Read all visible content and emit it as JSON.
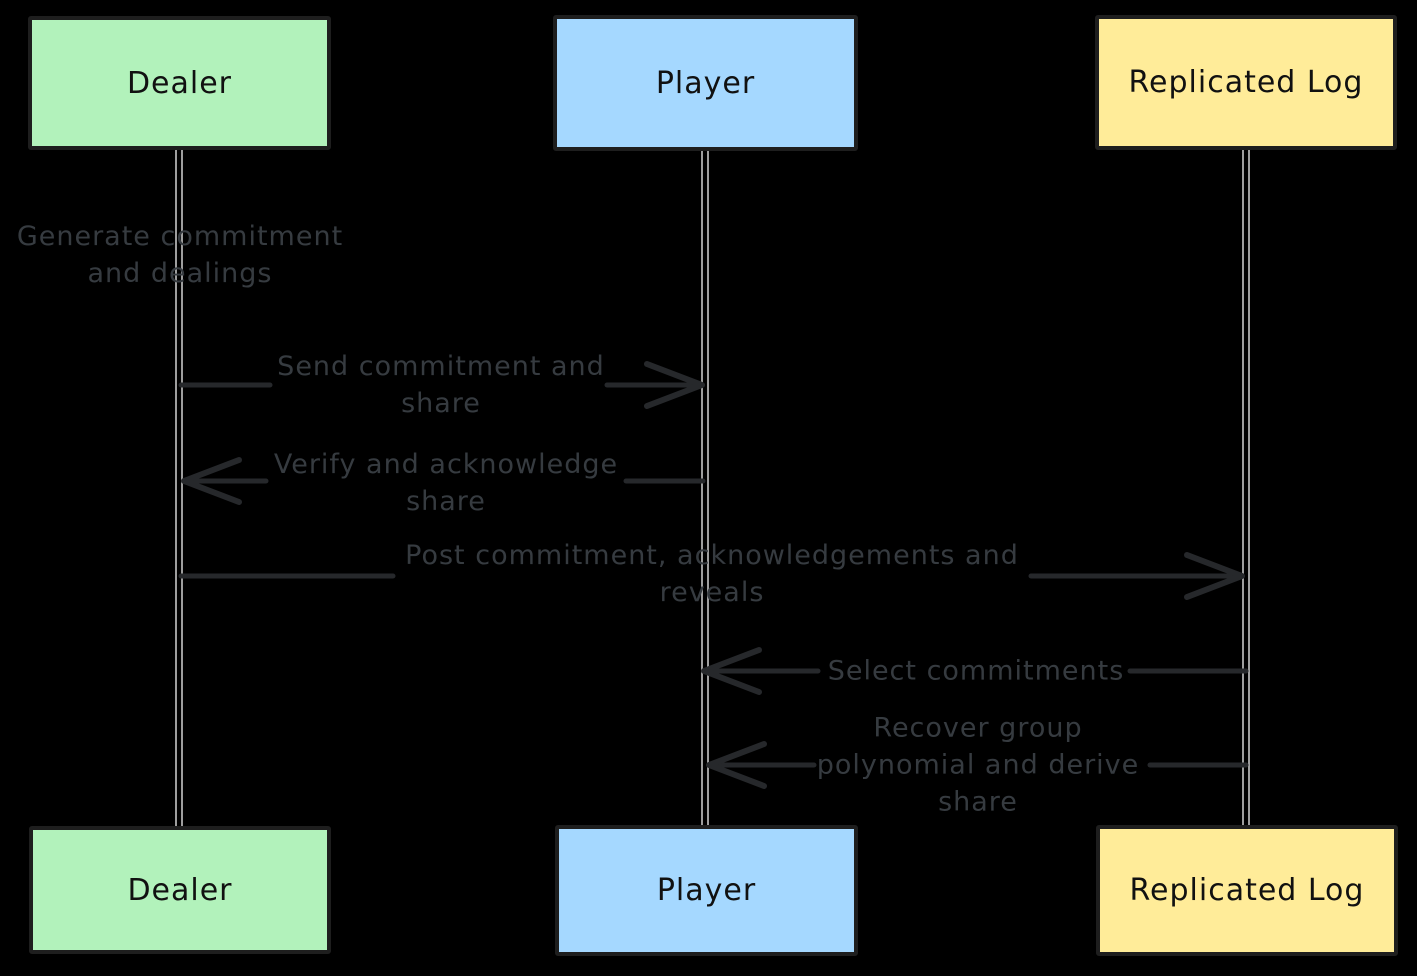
{
  "diagram": {
    "type": "sequence-diagram",
    "actors": [
      {
        "id": "dealer",
        "label": "Dealer",
        "fill": "#b2f2bb"
      },
      {
        "id": "player",
        "label": "Player",
        "fill": "#a5d8ff"
      },
      {
        "id": "replicated-log",
        "label": "Replicated Log",
        "fill": "#ffec99"
      }
    ],
    "messages": [
      {
        "kind": "note",
        "from": "dealer",
        "to": "dealer",
        "text": "Generate commitment\nand dealings"
      },
      {
        "kind": "arrow",
        "from": "dealer",
        "to": "player",
        "text": "Send commitment and\nshare"
      },
      {
        "kind": "arrow",
        "from": "player",
        "to": "dealer",
        "text": "Verify and acknowledge\nshare"
      },
      {
        "kind": "arrow",
        "from": "dealer",
        "to": "replicated-log",
        "text": "Post commitment, acknowledgements and\nreveals"
      },
      {
        "kind": "arrow",
        "from": "replicated-log",
        "to": "player",
        "text": "Select commitments"
      },
      {
        "kind": "arrow",
        "from": "replicated-log",
        "to": "player",
        "text": "Recover group\npolynomial and derive\nshare"
      }
    ],
    "colors": {
      "background": "#000000",
      "box_border": "#1e1e1e",
      "box_text": "#111111",
      "lifeline": "#9e9e9e",
      "arrow": "#26282b",
      "message_text": "#363b40"
    }
  }
}
